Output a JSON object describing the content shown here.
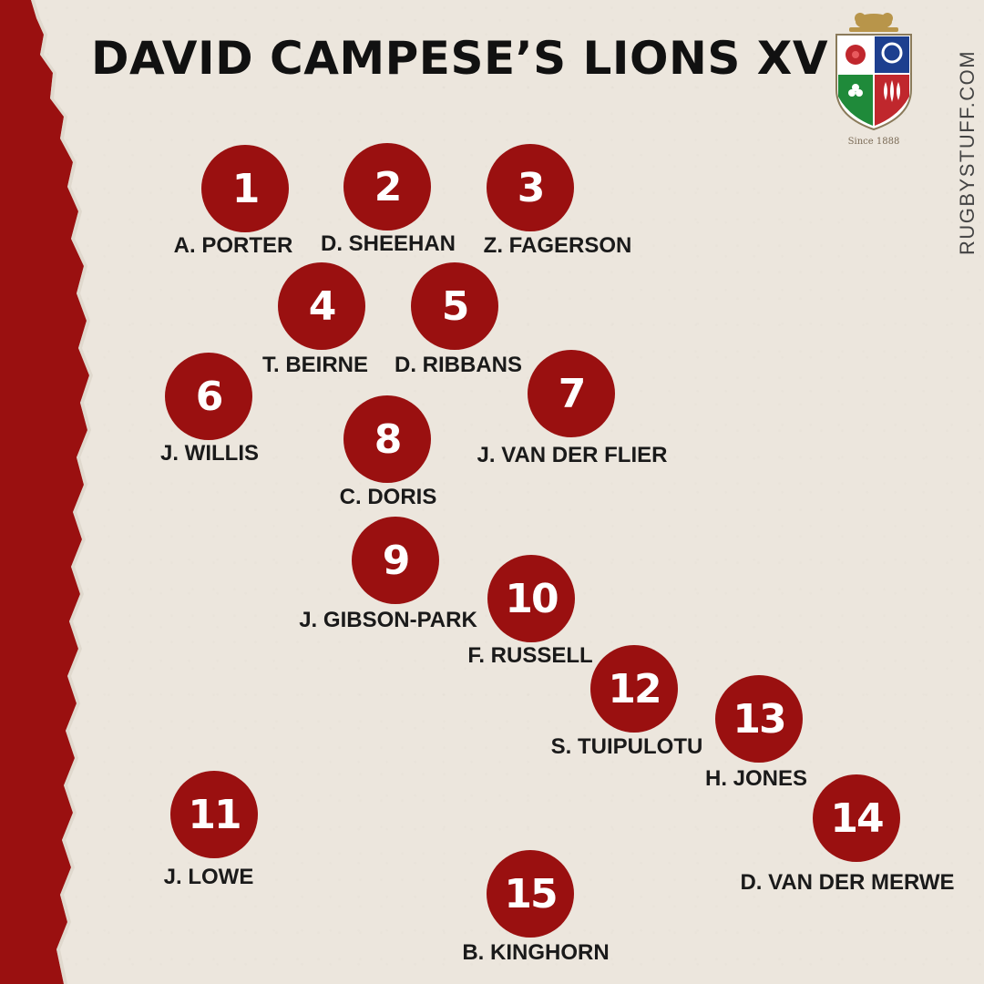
{
  "title": "DAVID CAMPESE’S LIONS XV",
  "crest": {
    "since": "Since 1888"
  },
  "website": "RUGBYSTUFF.COM",
  "colors": {
    "accent": "#9a1010",
    "paper": "#ece6dd",
    "text": "#111111"
  },
  "players": [
    {
      "number": "1",
      "name": "A. PORTER"
    },
    {
      "number": "2",
      "name": "D. SHEEHAN"
    },
    {
      "number": "3",
      "name": "Z. FAGERSON"
    },
    {
      "number": "4",
      "name": "T. BEIRNE"
    },
    {
      "number": "5",
      "name": "D. RIBBANS"
    },
    {
      "number": "6",
      "name": "J. WILLIS"
    },
    {
      "number": "7",
      "name": "J. VAN DER FLIER"
    },
    {
      "number": "8",
      "name": "C. DORIS"
    },
    {
      "number": "9",
      "name": "J. GIBSON-PARK"
    },
    {
      "number": "10",
      "name": "F. RUSSELL"
    },
    {
      "number": "12",
      "name": "S. TUIPULOTU"
    },
    {
      "number": "13",
      "name": "H. JONES"
    },
    {
      "number": "11",
      "name": "J. LOWE"
    },
    {
      "number": "14",
      "name": "D. VAN DER MERWE"
    },
    {
      "number": "15",
      "name": "B. KINGHORN"
    }
  ]
}
